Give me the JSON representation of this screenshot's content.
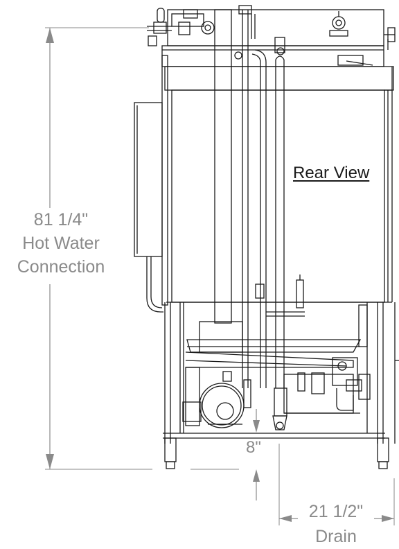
{
  "view_label": "Rear View",
  "dimensions": {
    "height": {
      "value": "81 1/4\"",
      "line1": "Hot Water",
      "line2": "Connection"
    },
    "drain_height": {
      "value": "8\""
    },
    "drain_offset": {
      "value": "21 1/2\"",
      "line1": "Drain"
    }
  },
  "colors": {
    "line": "#1a1a1a",
    "dimension": "#8a8a8a",
    "background": "#ffffff"
  }
}
